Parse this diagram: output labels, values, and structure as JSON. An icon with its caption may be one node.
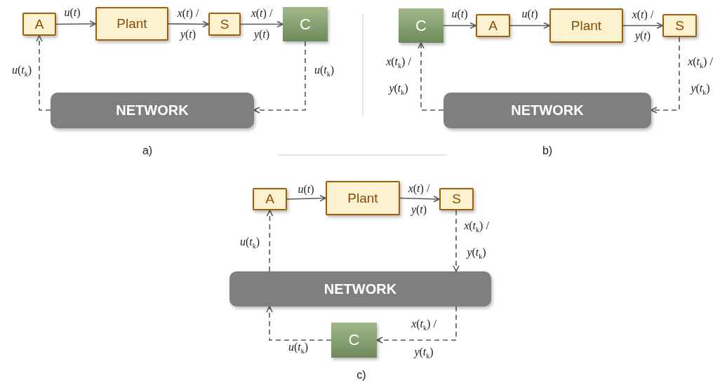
{
  "diagram": {
    "nodes": [
      {
        "text": [
          "A"
        ]
      },
      {
        "text": [
          "Plant"
        ]
      },
      {
        "text": [
          "S"
        ]
      },
      {
        "text": [
          "C"
        ]
      },
      {
        "text": [
          "NETWORK"
        ]
      },
      {
        "text": [
          "C"
        ]
      },
      {
        "text": [
          "A"
        ]
      },
      {
        "text": [
          "Plant"
        ]
      },
      {
        "text": [
          "S"
        ]
      },
      {
        "text": [
          "NETWORK"
        ]
      },
      {
        "text": [
          "A"
        ]
      },
      {
        "text": [
          "Plant"
        ]
      },
      {
        "text": [
          "S"
        ]
      },
      {
        "text": [
          "NETWORK"
        ]
      },
      {
        "text": [
          "C"
        ]
      }
    ],
    "edges": [
      {
        "from": 0,
        "to": 1,
        "arrow": "to",
        "label": "*u*(*t*)"
      },
      {
        "from": 1,
        "to": 2,
        "arrow": "to",
        "label": "*x*(*t*) / *y*(*t*)"
      },
      {
        "from": 2,
        "to": 3,
        "arrow": "to",
        "label": "*x*(*t*) / *y*(*t*)"
      },
      {
        "from": 3,
        "to": 4,
        "arrow": "to",
        "label": "*u*(*t*$_{k}$)",
        "style": "dashed"
      },
      {
        "from": 4,
        "to": 0,
        "arrow": "to",
        "label": "*u*(*t*$_{k}$)",
        "style": "dashed"
      },
      {
        "from": 5,
        "to": 6,
        "arrow": "to",
        "label": "*u*(*t*)"
      },
      {
        "from": 6,
        "to": 7,
        "arrow": "to",
        "label": "*u*(*t*)"
      },
      {
        "from": 7,
        "to": 8,
        "arrow": "to",
        "label": "*x*(*t*) / *y*(*t*)"
      },
      {
        "from": 8,
        "to": 9,
        "arrow": "to",
        "label": "*x*(*t*$_{k}$) / *y*(*t*$_{k}$)",
        "style": "dashed"
      },
      {
        "from": 9,
        "to": 5,
        "arrow": "to",
        "label": "*x*(*t*$_{k}$) / *y*(*t*$_{k}$)",
        "style": "dashed"
      },
      {
        "from": 10,
        "to": 11,
        "arrow": "to",
        "label": "*u*(*t*)"
      },
      {
        "from": 11,
        "to": 12,
        "arrow": "to",
        "label": "*x*(*t*) / *y*(*t*)"
      },
      {
        "from": 12,
        "to": 13,
        "arrow": "to",
        "label": "*x*(*t*$_{k}$) / *y*(*t*$_{k}$)",
        "style": "dashed"
      },
      {
        "from": 13,
        "to": 10,
        "arrow": "to",
        "label": "*u*(*t*$_{k}$)",
        "style": "dashed"
      },
      {
        "from": 13,
        "to": 14,
        "arrow": "to",
        "label": "*x*(*t*$_{k}$) / *y*(*t*$_{k}$)",
        "style": "dashed"
      },
      {
        "from": 14,
        "to": 13,
        "arrow": "to",
        "label": "*u*(*t*$_{k}$)",
        "style": "dashed"
      }
    ],
    "labels": [
      "a)",
      "b)",
      "c)"
    ]
  }
}
